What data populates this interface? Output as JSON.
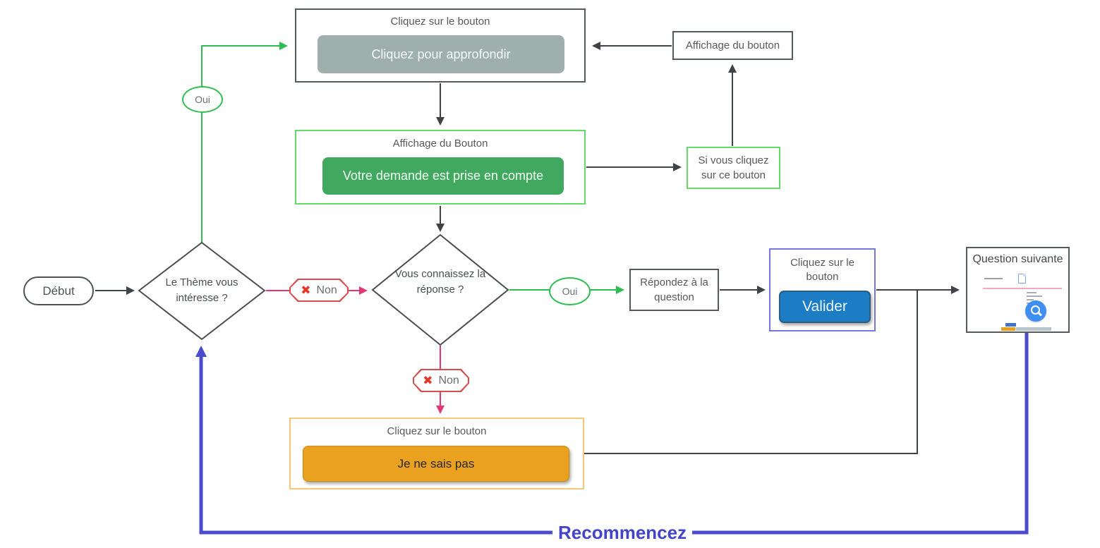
{
  "flow": {
    "start": "Début",
    "decision_theme": "Le Thème vous intéresse ?",
    "decision_answer": "Vous connaissez la réponse ?",
    "yes_label_1": "Oui",
    "yes_label_2": "Oui",
    "no_label_1": "Non",
    "no_label_2": "Non",
    "no_icon": "✖",
    "deepen_box": {
      "header": "Cliquez sur le bouton",
      "button": "Cliquez pour approfondir"
    },
    "acknowledge_box": {
      "header": "Affichage du Bouton",
      "button": "Votre demande est prise en compte"
    },
    "display_button_box": "Affichage du bouton",
    "if_click_box": "Si vous cliquez sur ce bouton",
    "answer_box": "Répondez à la question",
    "validate_box": {
      "header": "Cliquez sur le bouton",
      "button": "Valider"
    },
    "next_question_box": "Question suivante",
    "dont_know_box": {
      "header": "Cliquez sur le bouton",
      "button": "Je ne sais pas"
    },
    "restart_label": "Recommencez"
  },
  "colors": {
    "line_black": "#3f4347",
    "line_green": "#2ebd52",
    "line_pink": "#e23677",
    "line_blue": "#4b4bcd",
    "button_gray": "#9fafac",
    "button_green": "#41a85f",
    "button_blue": "#1d7dc4",
    "button_orange": "#e9a11f",
    "frame_green": "#66d96b",
    "frame_blue": "#7577dd",
    "frame_orange": "#f4c878",
    "badge_red": "#d94c4c",
    "restart_blue": "#4444c8"
  }
}
